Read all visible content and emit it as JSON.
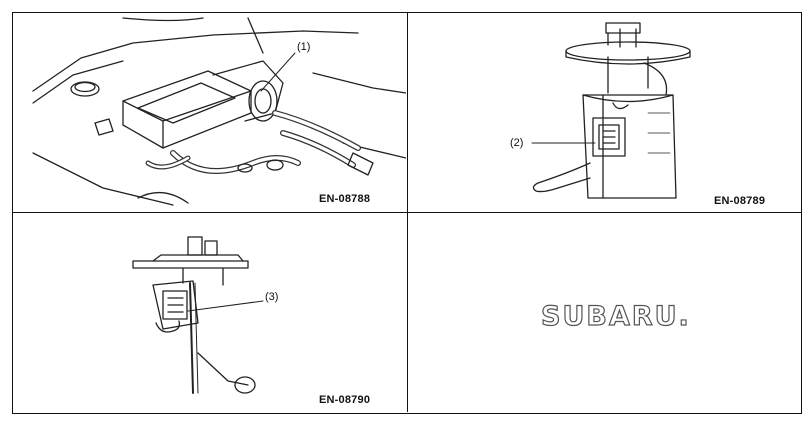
{
  "figures": [
    {
      "code": "EN-08788",
      "callout": "(1)"
    },
    {
      "code": "EN-08789",
      "callout": "(2)"
    },
    {
      "code": "EN-08790",
      "callout": "(3)"
    }
  ],
  "logo": {
    "text": "SUBARU."
  }
}
